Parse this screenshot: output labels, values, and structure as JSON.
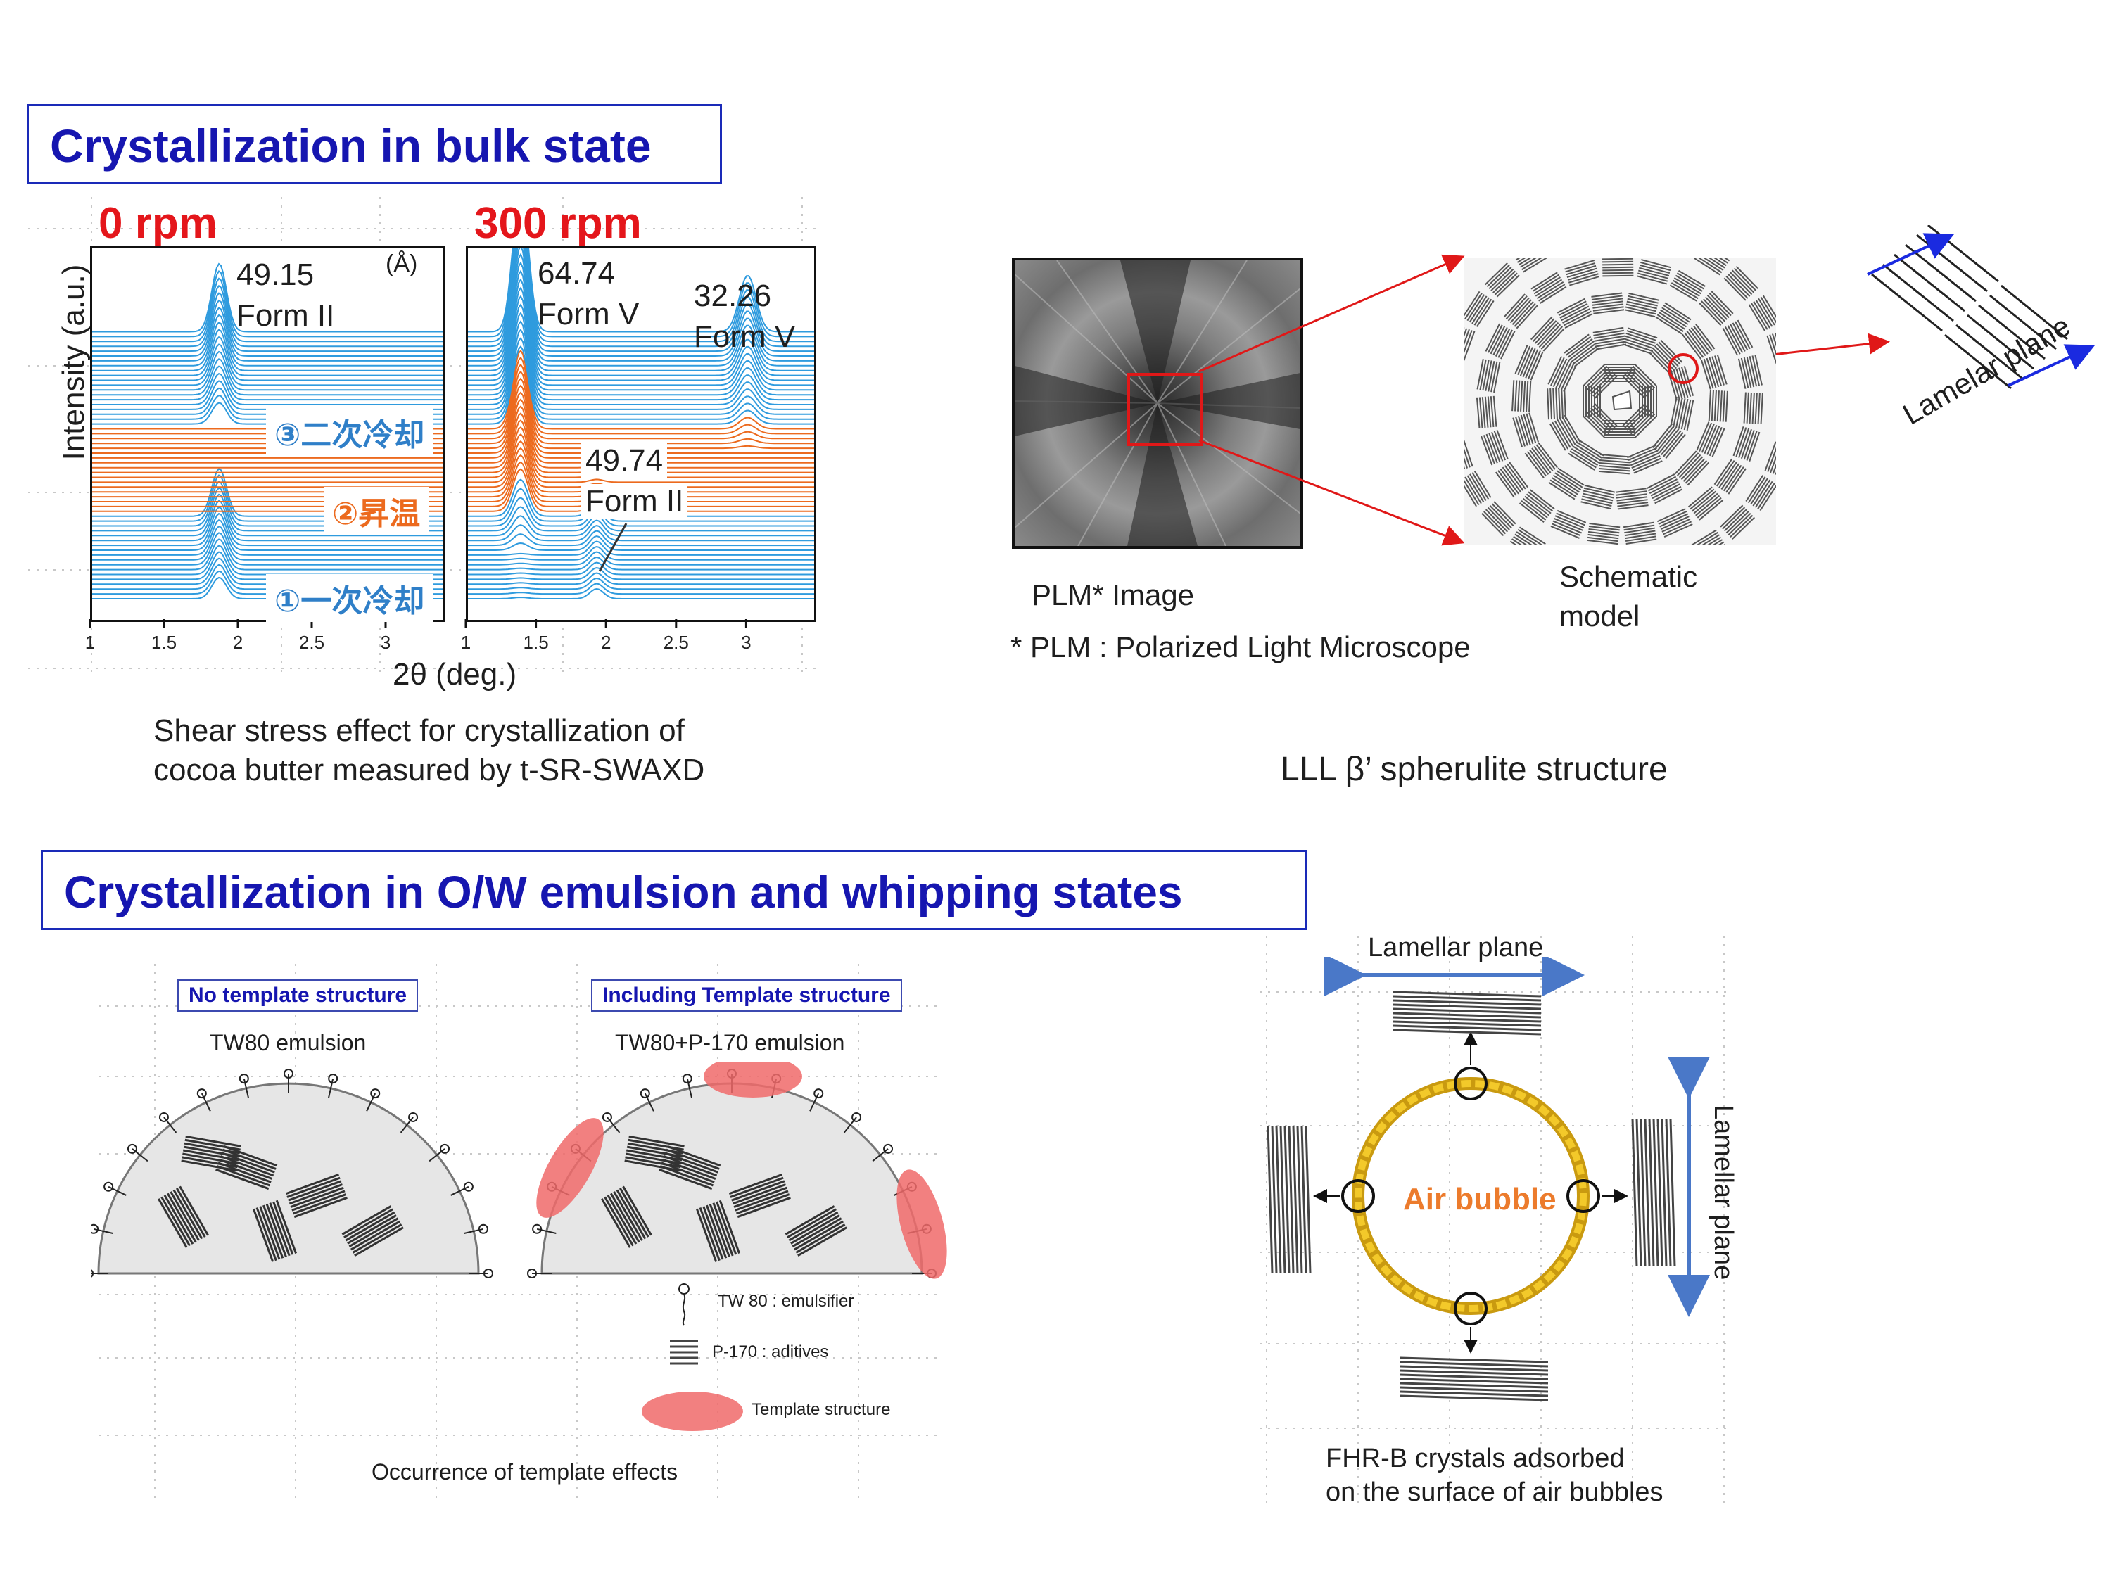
{
  "section_bulk": {
    "title": "Crystallization in bulk state"
  },
  "xrd": {
    "left_title": "0 rpm",
    "right_title": "300 rpm",
    "ylabel": "Intensity (a.u.)",
    "xlabel": "2θ (deg.)",
    "unit_label": "(Å)",
    "left_ticks": [
      "1",
      "1.5",
      "2",
      "2.5",
      "3"
    ],
    "right_ticks": [
      "1",
      "1.5",
      "2",
      "2.5",
      "3"
    ],
    "stage_labels": [
      "③二次冷却",
      "②昇温",
      "①一次冷却"
    ],
    "peak_left_value": "49.15",
    "peak_left_form": "Form II",
    "peak_right1_value": "64.74",
    "peak_right1_form": "Form V",
    "peak_right2_value": "32.26",
    "peak_right2_form": "Form V",
    "peak_right3_value": "49.74",
    "peak_right3_form": "Form II",
    "caption_line1": "Shear stress effect for crystallization of",
    "caption_line2": "cocoa butter measured by t-SR-SWAXD",
    "colors": {
      "blue": "#2f9bde",
      "orange": "#ec6a1e"
    }
  },
  "chart_data": {
    "type": "line",
    "title": "",
    "xlabel": "2θ (deg.)",
    "ylabel": "Intensity (a.u.)",
    "panels": [
      {
        "name": "0 rpm",
        "xlim": [
          1,
          3.4
        ],
        "peaks_deg": [
          1.87
        ],
        "peak_labels": [
          "49.15 Form II"
        ]
      },
      {
        "name": "300 rpm",
        "xlim": [
          1,
          3.5
        ],
        "peaks_deg": [
          1.38,
          1.93,
          3.02
        ],
        "peak_labels": [
          "64.74 Form V",
          "49.74 Form II",
          "32.26 Form V"
        ]
      }
    ],
    "series": [
      {
        "name": "①一次冷却",
        "color": "#2f9bde"
      },
      {
        "name": "②昇温",
        "color": "#ec6a1e"
      },
      {
        "name": "③二次冷却",
        "color": "#2f9bde"
      }
    ]
  },
  "plm": {
    "image_label": "PLM* Image",
    "footnote": "* PLM : Polarized Light Microscope",
    "model_label_1": "Schematic",
    "model_label_2": "model",
    "lamelar_label": "Lamelar plane",
    "structure_title": "LLL β’ spherulite structure"
  },
  "section_emulsion": {
    "title": "Crystallization in O/W emulsion and whipping states"
  },
  "emulsion": {
    "no_template_label": "No template structure",
    "template_label": "Including Template structure",
    "left_sub": "TW80 emulsion",
    "right_sub": "TW80+P-170 emulsion",
    "legend_tw80": "TW 80 : emulsifier",
    "legend_p170": "P-170 : aditives",
    "legend_template": "Template structure",
    "caption": "Occurrence of template effects"
  },
  "bubble": {
    "top_label": "Lamellar plane",
    "right_label": "Lamellar plane",
    "center_label": "Air bubble",
    "caption_line1": "FHR-B crystals adsorbed",
    "caption_line2": "on the surface of air bubbles"
  }
}
